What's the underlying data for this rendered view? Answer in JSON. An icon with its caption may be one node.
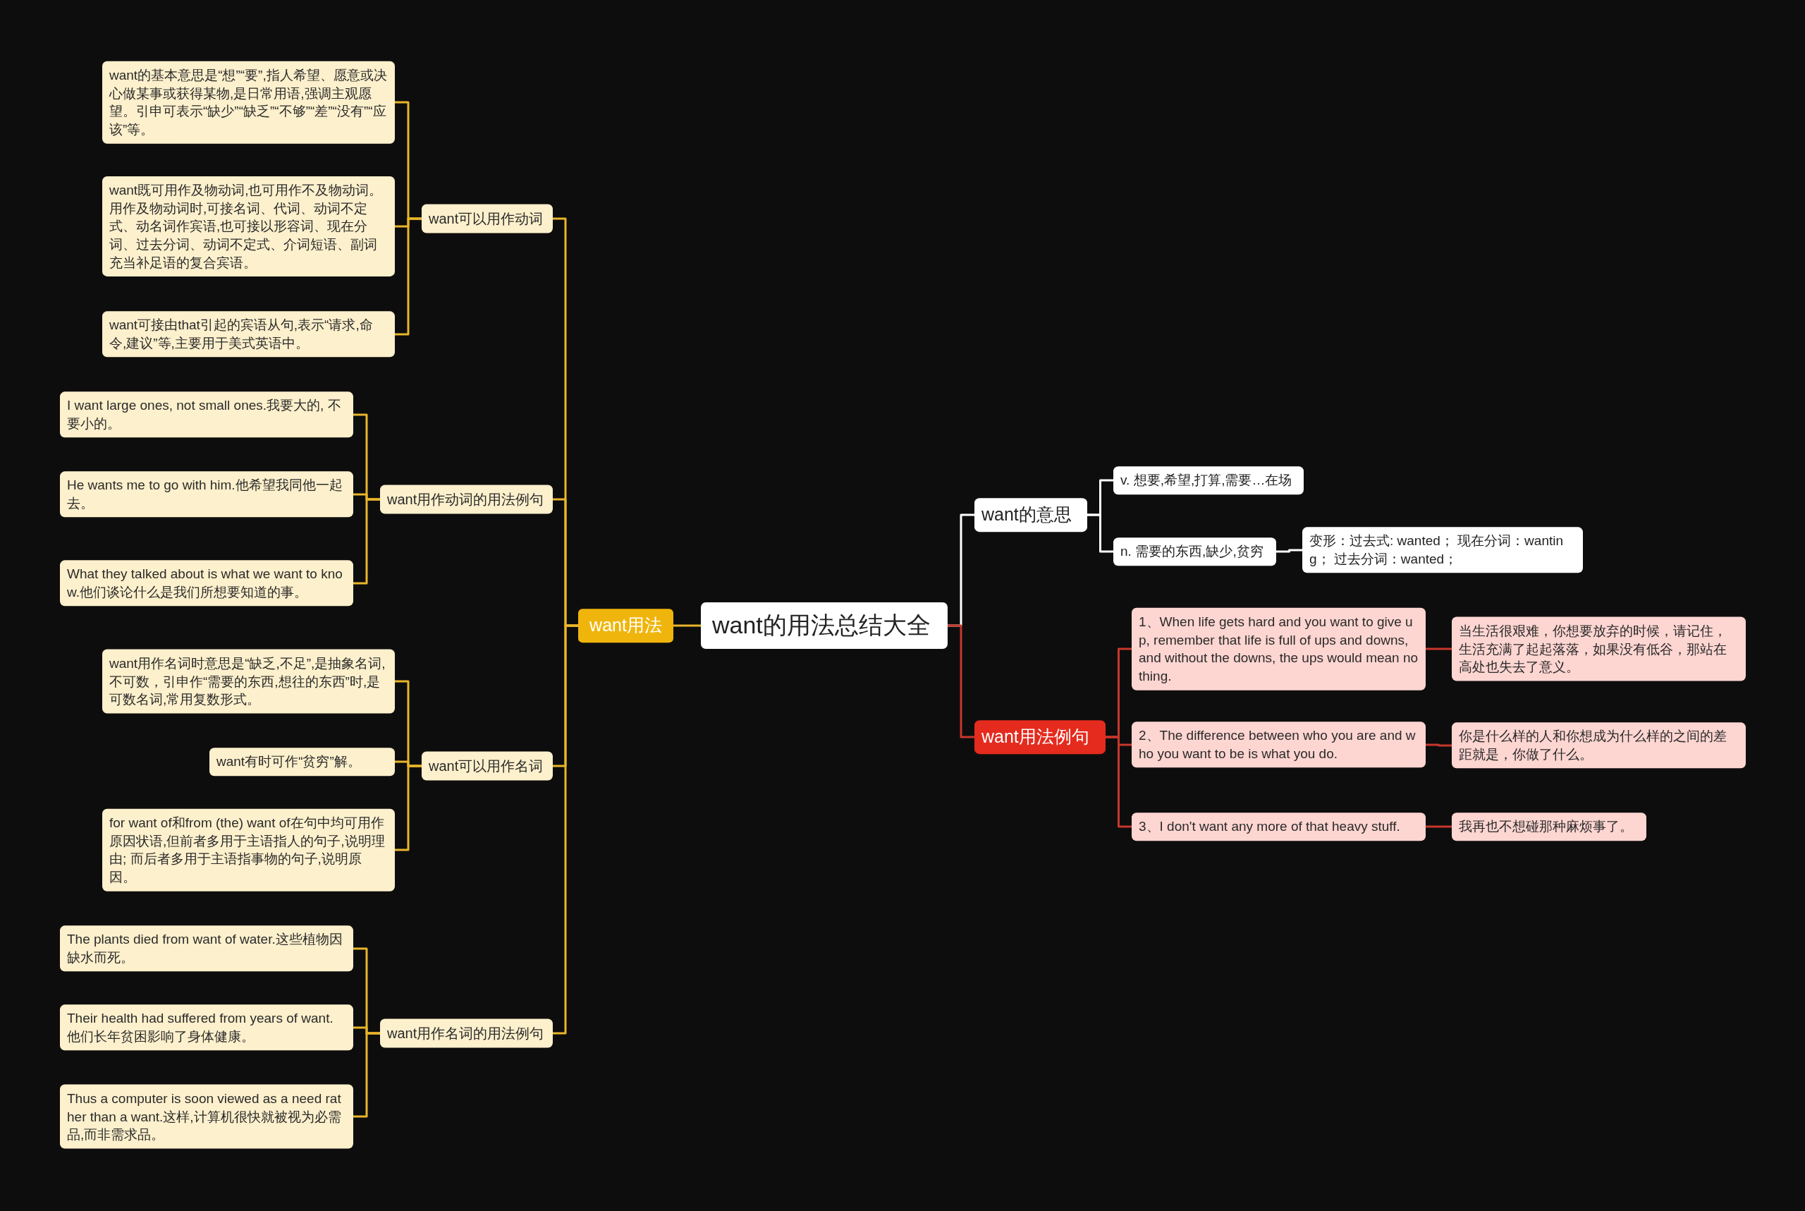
{
  "diagram": {
    "nodes": [
      {
        "text": [
          "want的用法总结大全"
        ]
      },
      {
        "text": [
          "want用法"
        ]
      },
      {
        "text": [
          "want可以用作动词"
        ]
      },
      {
        "text": [
          "want的基本意思是“想”“要”,指人希望、愿意或决心做某事或获得某物,是日常用语,强调主观愿望。引申可表示“缺少”“缺乏”“不够”“差”“没有”“应该”等。"
        ]
      },
      {
        "text": [
          "want既可用作及物动词,也可用作不及物动词。用作及物动词时,可接名词、代词、动词不定式、动名词作宾语,也可接以形容词、现在分词、过去分词、动词不定式、介词短语、副词充当补足语的复合宾语。"
        ]
      },
      {
        "text": [
          "want可接由that引起的宾语从句,表示“请求,命令,建议”等,主要用于美式英语中。"
        ]
      },
      {
        "text": [
          "want用作动词的用法例句"
        ]
      },
      {
        "text": [
          "I want large ones, not small ones.我要大的, 不要小的。"
        ]
      },
      {
        "text": [
          "He wants me to go with him.他希望我同他一起去。"
        ]
      },
      {
        "text": [
          "What they talked about is what we want to know.他们谈论什么是我们所想要知道的事。"
        ]
      },
      {
        "text": [
          "want可以用作名词"
        ]
      },
      {
        "text": [
          "want用作名词时意思是“缺乏,不足”,是抽象名词,不可数，引申作“需要的东西,想往的东西”时,是可数名词,常用复数形式。"
        ]
      },
      {
        "text": [
          "want有时可作“贫穷”解。"
        ]
      },
      {
        "text": [
          "for want of和from (the) want of在句中均可用作原因状语,但前者多用于主语指人的句子,说明理由; 而后者多用于主语指事物的句子,说明原因。"
        ]
      },
      {
        "text": [
          "want用作名词的用法例句"
        ]
      },
      {
        "text": [
          "The plants died from want of water.这些植物因缺水而死。"
        ]
      },
      {
        "text": [
          "Their health had suffered from years of want.他们长年贫困影响了身体健康。"
        ]
      },
      {
        "text": [
          "Thus a computer is soon viewed as a need rather than a want.这样,计算机很快就被视为必需品,而非需求品。"
        ]
      },
      {
        "text": [
          "want的意思"
        ]
      },
      {
        "text": [
          "v. 想要,希望,打算,需要…在场"
        ]
      },
      {
        "text": [
          "n. 需要的东西,缺少,贫穷"
        ]
      },
      {
        "text": [
          "变形：过去式: wanted； 现在分词：wanting； 过去分词：wanted；"
        ]
      },
      {
        "text": [
          "want用法例句"
        ]
      },
      {
        "text": [
          "1、When life gets hard and you want to give up, remember that life is full of ups and downs, and without the downs, the ups would mean nothing."
        ]
      },
      {
        "text": [
          "当生活很艰难，你想要放弃的时候，请记住，生活充满了起起落落，如果没有低谷，那站在高处也失去了意义。"
        ]
      },
      {
        "text": [
          "2、The difference between who you are and who you want to be is what you do."
        ]
      },
      {
        "text": [
          "你是什么样的人和你想成为什么样的之间的差距就是，你做了什么。"
        ]
      },
      {
        "text": [
          "3、I don't want any more of that heavy stuff."
        ]
      },
      {
        "text": [
          "我再也不想碰那种麻烦事了。"
        ]
      }
    ],
    "edges": [
      {
        "from": 0,
        "to": 1,
        "arrow": "none"
      },
      {
        "from": 1,
        "to": 2,
        "arrow": "none"
      },
      {
        "from": 2,
        "to": 3,
        "arrow": "none"
      },
      {
        "from": 2,
        "to": 4,
        "arrow": "none"
      },
      {
        "from": 2,
        "to": 5,
        "arrow": "none"
      },
      {
        "from": 1,
        "to": 6,
        "arrow": "none"
      },
      {
        "from": 6,
        "to": 7,
        "arrow": "none"
      },
      {
        "from": 6,
        "to": 8,
        "arrow": "none"
      },
      {
        "from": 6,
        "to": 9,
        "arrow": "none"
      },
      {
        "from": 1,
        "to": 10,
        "arrow": "none"
      },
      {
        "from": 10,
        "to": 11,
        "arrow": "none"
      },
      {
        "from": 10,
        "to": 12,
        "arrow": "none"
      },
      {
        "from": 10,
        "to": 13,
        "arrow": "none"
      },
      {
        "from": 1,
        "to": 14,
        "arrow": "none"
      },
      {
        "from": 14,
        "to": 15,
        "arrow": "none"
      },
      {
        "from": 14,
        "to": 16,
        "arrow": "none"
      },
      {
        "from": 14,
        "to": 17,
        "arrow": "none"
      },
      {
        "from": 0,
        "to": 18,
        "arrow": "none",
        "color": "#ffffff"
      },
      {
        "from": 18,
        "to": 19,
        "arrow": "none",
        "color": "#ffffff"
      },
      {
        "from": 18,
        "to": 20,
        "arrow": "none",
        "color": "#ffffff"
      },
      {
        "from": 20,
        "to": 21,
        "arrow": "none",
        "color": "#ffffff"
      },
      {
        "from": 0,
        "to": 22,
        "arrow": "none",
        "color": "#c8372b"
      },
      {
        "from": 22,
        "to": 23,
        "arrow": "none",
        "color": "#c8372b"
      },
      {
        "from": 23,
        "to": 24,
        "arrow": "none",
        "color": "#c8372b"
      },
      {
        "from": 22,
        "to": 25,
        "arrow": "none",
        "color": "#c8372b"
      },
      {
        "from": 25,
        "to": 26,
        "arrow": "none",
        "color": "#c8372b"
      },
      {
        "from": 22,
        "to": 27,
        "arrow": "none",
        "color": "#c8372b"
      },
      {
        "from": 27,
        "to": 28,
        "arrow": "none",
        "color": "#c8372b"
      }
    ]
  }
}
